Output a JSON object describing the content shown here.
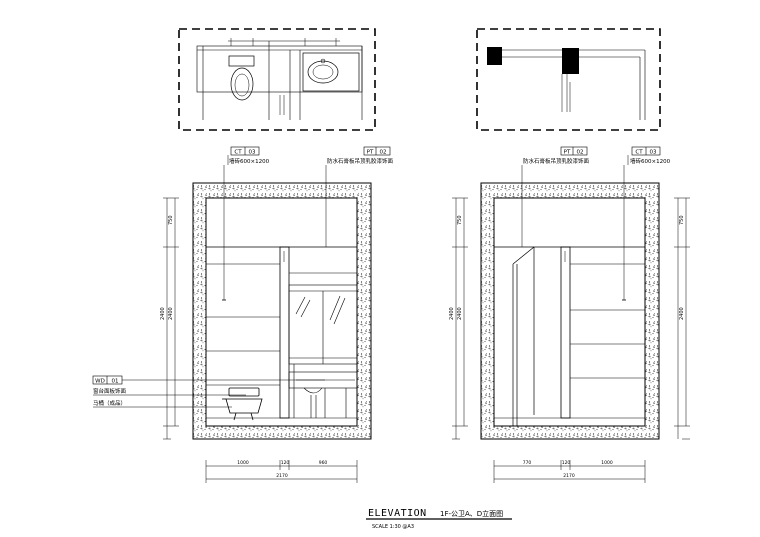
{
  "tags": {
    "a_left": {
      "code": "CT",
      "num": "03",
      "note": "墙砖600×1200"
    },
    "a_right": {
      "code": "PT",
      "num": "02",
      "note": "防水石膏板吊顶乳胶漆饰面"
    },
    "d_left": {
      "code": "PT",
      "num": "02",
      "note": "防水石膏板吊顶乳胶漆饰面"
    },
    "d_right": {
      "code": "CT",
      "num": "03",
      "note": "墙砖600×1200"
    },
    "wd": {
      "code": "WD",
      "num": "01",
      "note": "窗台面板饰面"
    },
    "toilet_note": "马桶（成品）"
  },
  "dims": {
    "a_bottom": [
      "1000",
      "120",
      "960"
    ],
    "a_total": "2170",
    "d_bottom": [
      "770",
      "120",
      "1000"
    ],
    "d_total": "2170",
    "vertical": {
      "top": "750",
      "mid": "2400",
      "total": "2400"
    }
  },
  "title": {
    "main": "ELEVATION",
    "sub": "1F-公卫A、D立面图",
    "scale": "SCALE 1:30 @A3"
  }
}
